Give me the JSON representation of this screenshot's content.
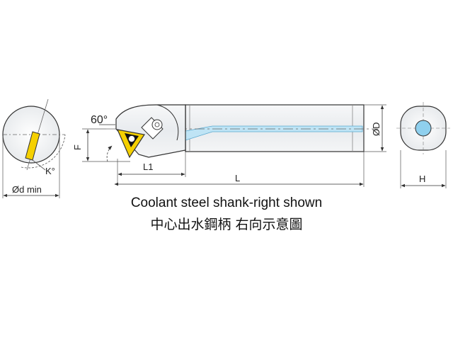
{
  "labels": {
    "angle_60": "60°",
    "kappa": "K°",
    "d_min": "Ød min",
    "f": "F",
    "l1": "L1",
    "l": "L",
    "d": "ØD",
    "h": "H"
  },
  "caption": {
    "english": "Coolant steel shank-right shown",
    "chinese": "中心出水鋼柄  右向示意圖"
  },
  "colors": {
    "line": "#333333",
    "shank_fill": "#eef0f2",
    "insert": "#f5d000",
    "coolant": "#8fd0ee"
  }
}
